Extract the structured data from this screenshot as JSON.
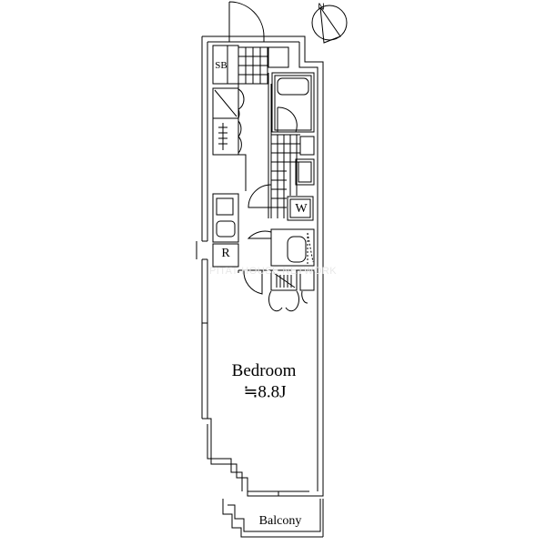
{
  "compass": {
    "north_label": "N"
  },
  "rooms": {
    "shoe_box": "SB",
    "refrigerator": "R",
    "washer": "W",
    "bedroom": "Bedroom",
    "bedroom_size": "≒8.8J",
    "balcony": "Balcony"
  },
  "watermark": "PITAT HOUSE NETWORK"
}
